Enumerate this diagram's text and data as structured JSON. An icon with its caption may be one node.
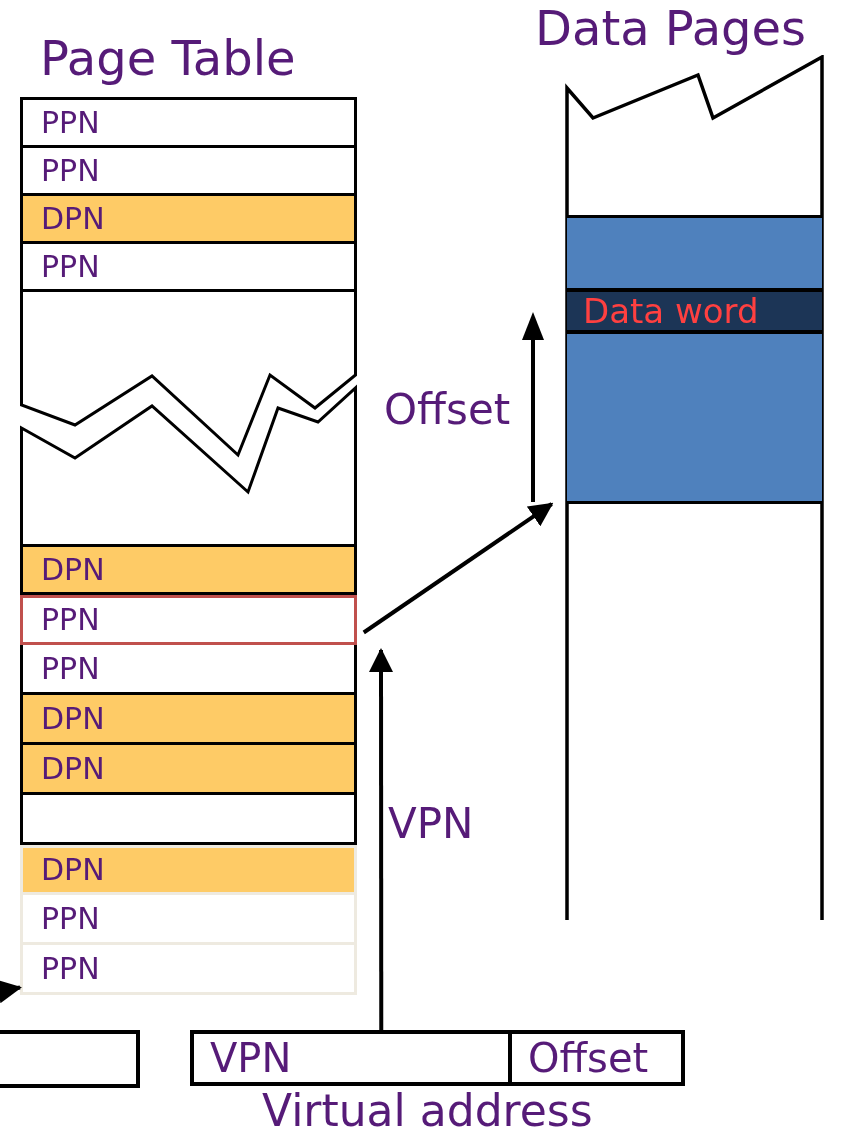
{
  "diagram": {
    "nodes": [
      {
        "text": [
          "Page Table"
        ]
      },
      {
        "text": [
          "PPN"
        ],
        "in": 0
      },
      {
        "text": [
          "PPN"
        ],
        "in": 0
      },
      {
        "text": [
          "DPN"
        ],
        "in": 0
      },
      {
        "text": [
          "PPN"
        ],
        "in": 0
      },
      {
        "text": [
          "DPN"
        ],
        "in": 0
      },
      {
        "text": [
          "PPN"
        ],
        "in": 0
      },
      {
        "text": [
          "PPN"
        ],
        "in": 0
      },
      {
        "text": [
          "DPN"
        ],
        "in": 0
      },
      {
        "text": [
          "DPN"
        ],
        "in": 0
      },
      {
        "text": [],
        "shape": "box",
        "in": 0
      },
      {
        "text": [
          "DPN"
        ],
        "in": 0
      },
      {
        "text": [
          "PPN"
        ],
        "in": 0
      },
      {
        "text": [
          "PPN"
        ],
        "in": 0
      },
      {
        "text": [
          "Data Pages"
        ]
      },
      {
        "text": [],
        "shape": "box",
        "in": 14
      },
      {
        "text": [
          "Data word"
        ],
        "in": 15
      },
      {
        "text": [],
        "shape": "box"
      },
      {
        "text": [
          "Virtual address"
        ]
      },
      {
        "text": [
          "VPN"
        ],
        "in": 18
      },
      {
        "text": [
          "Offset"
        ],
        "in": 18
      }
    ],
    "edges": [
      {
        "from": null,
        "to": 13,
        "arrow": "to"
      },
      {
        "from": 19,
        "to": 6,
        "arrow": "to",
        "label": "VPN"
      },
      {
        "from": 6,
        "to": 15,
        "arrow": "to"
      }
    ],
    "labels": [
      "Offset"
    ]
  }
}
